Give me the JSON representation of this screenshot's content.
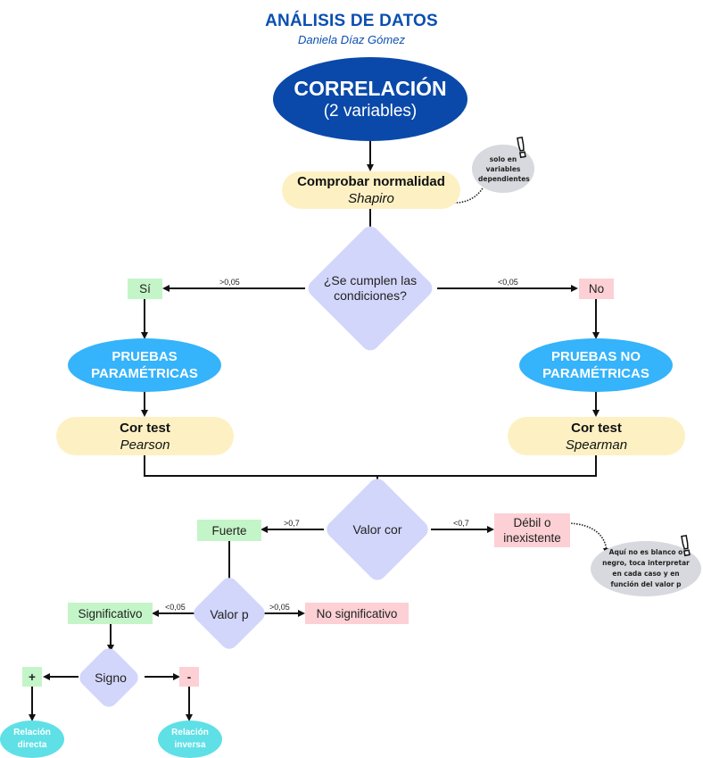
{
  "header": {
    "title": "ANÁLISIS DE DATOS",
    "author": "Daniela Díaz Gómez"
  },
  "nodes": {
    "correlation": {
      "line1": "CORRELACIÓN",
      "line2": "(2 variables)"
    },
    "normality": {
      "title": "Comprobar normalidad",
      "subtitle": "Shapiro"
    },
    "normality_note": {
      "text": "solo en variables dependientes"
    },
    "conditions": {
      "label": "¿Se cumplen las condiciones?"
    },
    "yes": {
      "label": "Sí"
    },
    "no": {
      "label": "No"
    },
    "parametric": {
      "label": "PRUEBAS PARAMÉTRICAS"
    },
    "nonparametric": {
      "label": "PRUEBAS NO PARAMÉTRICAS"
    },
    "pearson": {
      "title": "Cor test",
      "subtitle": "Pearson"
    },
    "spearman": {
      "title": "Cor test",
      "subtitle": "Spearman"
    },
    "cor_value": {
      "label": "Valor cor"
    },
    "strong": {
      "label": "Fuerte"
    },
    "weak": {
      "label": "Débil o inexistente"
    },
    "weak_note": {
      "text": "Aquí no es blanco o negro, toca interpretar en cada caso y en función del valor p"
    },
    "p_value": {
      "label": "Valor p"
    },
    "significant": {
      "label": "Significativo"
    },
    "not_significant": {
      "label": "No significativo"
    },
    "sign": {
      "label": "Signo"
    },
    "plus": {
      "label": "+"
    },
    "minus": {
      "label": "-"
    },
    "direct": {
      "label": "Relación directa"
    },
    "inverse": {
      "label": "Relación inversa"
    }
  },
  "edges": {
    "conditions_yes": ">0,05",
    "conditions_no": "<0,05",
    "cor_strong": ">0,7",
    "cor_weak": "<0,7",
    "p_significant": "<0,05",
    "p_not_significant": ">0,05"
  },
  "colors": {
    "title": "#0b4fb0",
    "correlation": "#0a49aa",
    "pill": "#fdf1c4",
    "diamond": "#d3d6fb",
    "yes_green": "#c4f5c8",
    "no_red": "#fcd0d4",
    "tests_blue": "#35b3fb",
    "result_teal": "#5ee0e6",
    "note_gray": "#d8d9de"
  }
}
